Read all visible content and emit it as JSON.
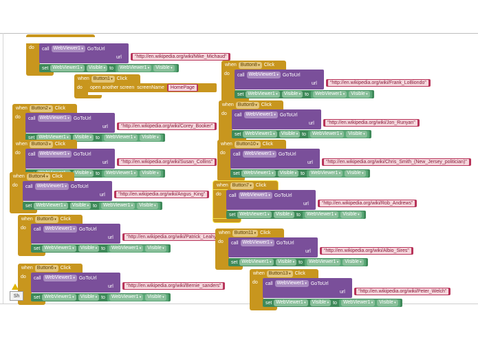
{
  "labels": {
    "when": "when",
    "click": "Click",
    "do": "do",
    "call": "call",
    "goto": "GoToUrl",
    "url": "url",
    "set": "set",
    "to": "to",
    "webviewer": "WebViewer1",
    "visible": "Visible",
    "open": "open another screen",
    "screenName": "screenName"
  },
  "open_block": {
    "button": "Button1",
    "screen": "HomePage"
  },
  "handlers": [
    {
      "button": "",
      "url": "http://en.wikipedia.org/wiki/Mike_Michaud"
    },
    {
      "button": "Button8",
      "url": "http://en.wikipedia.org/wiki/Frank_LoBiondo"
    },
    {
      "button": "Button2",
      "url": "http://en.wikipedia.org/wiki/Corey_Booker"
    },
    {
      "button": "Button9",
      "url": "http://en.wikipedia.org/wiki/Jon_Runyan"
    },
    {
      "button": "Button3",
      "url": "http://en.wikipedia.org/wiki/Susan_Collins"
    },
    {
      "button": "Button10",
      "url": "http://en.wikipedia.org/wiki/Chris_Smith_(New_Jersey_politician)"
    },
    {
      "button": "Button4",
      "url": "http://en.wikipedia.org/wiki/Angus_King"
    },
    {
      "button": "Button7",
      "url": "http://en.wikipedia.org/wiki/Rob_Andrews"
    },
    {
      "button": "Button5",
      "url": "http://en.wikipedia.org/wiki/Patrick_Leahy"
    },
    {
      "button": "Button11",
      "url": "http://en.wikipedia.org/wiki/Albio_Sires"
    },
    {
      "button": "Button6",
      "url": "http://en.wikipedia.org/wiki/Bernie_sanders"
    },
    {
      "button": "Button13",
      "url": "http://en.wikipedia.org/wiki/Peter_Welch"
    }
  ],
  "colors": {
    "event": "#c8961e",
    "call": "#7a4f9a",
    "text": "#b8345a",
    "set": "#3f8a5a",
    "get": "#5aa877"
  }
}
